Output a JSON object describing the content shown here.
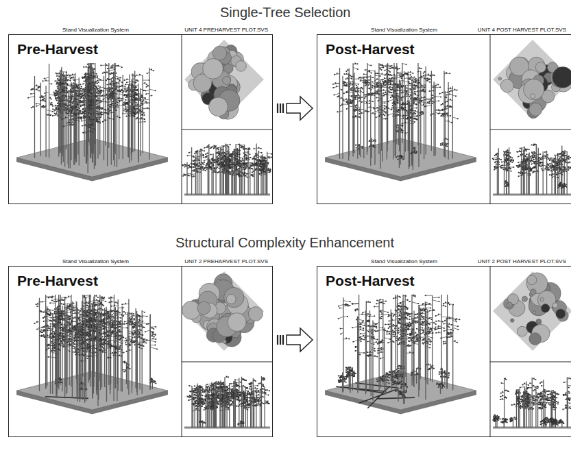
{
  "diagram": {
    "nodes": [
      {
        "text": [
          "Stand Visualization System",
          "UNIT 4 PREHARVEST PLOT.SVS",
          "Pre-Harvest"
        ]
      },
      {
        "text": [
          "Stand Visualization System",
          "UNIT 4 POST HARVEST PLOT.SVS",
          "Post-Harvest"
        ]
      },
      {
        "text": [
          "Stand Visualization System",
          "UNIT 2 PREHARVEST PLOT.SVS",
          "Pre-Harvest"
        ]
      },
      {
        "text": [
          "Stand Visualization System",
          "UNIT 2 POST HARVEST PLOT.SVS",
          "Post-Harvest"
        ]
      }
    ],
    "edges": [
      {
        "from": 0,
        "to": 1,
        "arrow": "to"
      },
      {
        "from": 2,
        "to": 3,
        "arrow": "to"
      }
    ],
    "labels": [
      "Single-Tree Selection",
      "Structural Complexity Enhancement"
    ]
  }
}
